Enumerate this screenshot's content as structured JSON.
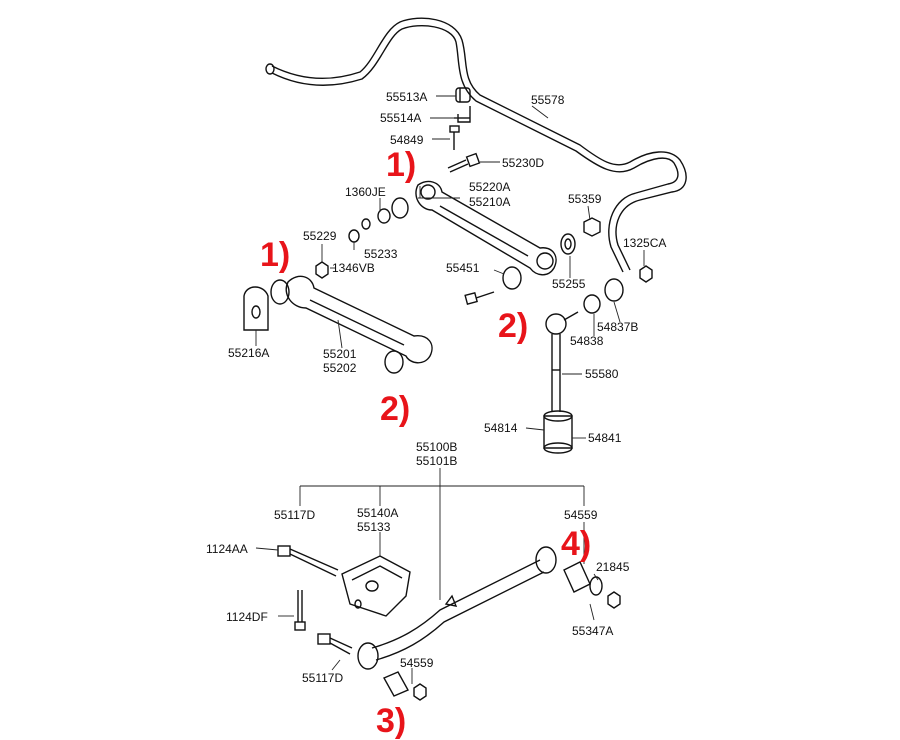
{
  "labels": {
    "l55513A": "55513A",
    "l55578": "55578",
    "l55514A": "55514A",
    "l54849": "54849",
    "l55230D": "55230D",
    "l1360JE": "1360JE",
    "l55220A": "55220A",
    "l55210A": "55210A",
    "l55359": "55359",
    "l55229": "55229",
    "l55233": "55233",
    "l1325CA": "1325CA",
    "l1346VB": "1346VB",
    "l55451": "55451",
    "l55255": "55255",
    "l55216A": "55216A",
    "l54837B": "54837B",
    "l54838": "54838",
    "l55201": "55201",
    "l55202": "55202",
    "l55580": "55580",
    "l54814": "54814",
    "l54841": "54841",
    "l55100B": "55100B",
    "l55101B": "55101B",
    "l55117D_top": "55117D",
    "l55140A": "55140A",
    "l55133": "55133",
    "l54559_top": "54559",
    "l1124AA": "1124AA",
    "l21845": "21845",
    "l1124DF": "1124DF",
    "l55347A": "55347A",
    "l54559_bottom": "54559",
    "l55117D_bottom": "55117D"
  },
  "callouts": {
    "c1_upper": "1)",
    "c1_lower": "1)",
    "c2_right": "2)",
    "c2_left": "2)",
    "c3": "3)",
    "c4": "4)"
  },
  "colors": {
    "callout": "#e8141a",
    "line": "#111111"
  }
}
